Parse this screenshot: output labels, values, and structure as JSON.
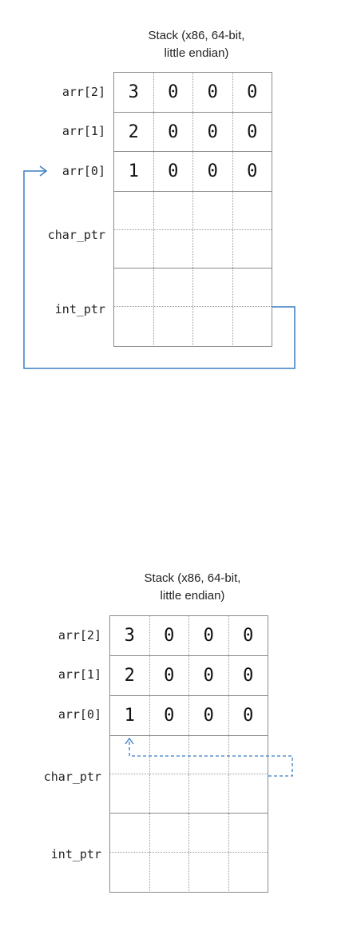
{
  "diagrams": [
    {
      "title_line1": "Stack (x86, 64-bit,",
      "title_line2": "little endian)",
      "labels": {
        "arr2": "arr[2]",
        "arr1": "arr[1]",
        "arr0": "arr[0]",
        "char_ptr": "char_ptr",
        "int_ptr": "int_ptr"
      },
      "rows": [
        [
          "3",
          "0",
          "0",
          "0"
        ],
        [
          "2",
          "0",
          "0",
          "0"
        ],
        [
          "1",
          "0",
          "0",
          "0"
        ]
      ],
      "arrow_color": "#3b7dc4",
      "arrow_style": "solid",
      "arrow_from": "int_ptr",
      "arrow_to": "arr[0]"
    },
    {
      "title_line1": "Stack (x86, 64-bit,",
      "title_line2": "little endian)",
      "labels": {
        "arr2": "arr[2]",
        "arr1": "arr[1]",
        "arr0": "arr[0]",
        "char_ptr": "char_ptr",
        "int_ptr": "int_ptr"
      },
      "rows": [
        [
          "3",
          "0",
          "0",
          "0"
        ],
        [
          "2",
          "0",
          "0",
          "0"
        ],
        [
          "1",
          "0",
          "0",
          "0"
        ]
      ],
      "arrow_color": "#3b7dc4",
      "arrow_style": "dashed",
      "arrow_from": "char_ptr",
      "arrow_to": "arr[0]"
    }
  ]
}
